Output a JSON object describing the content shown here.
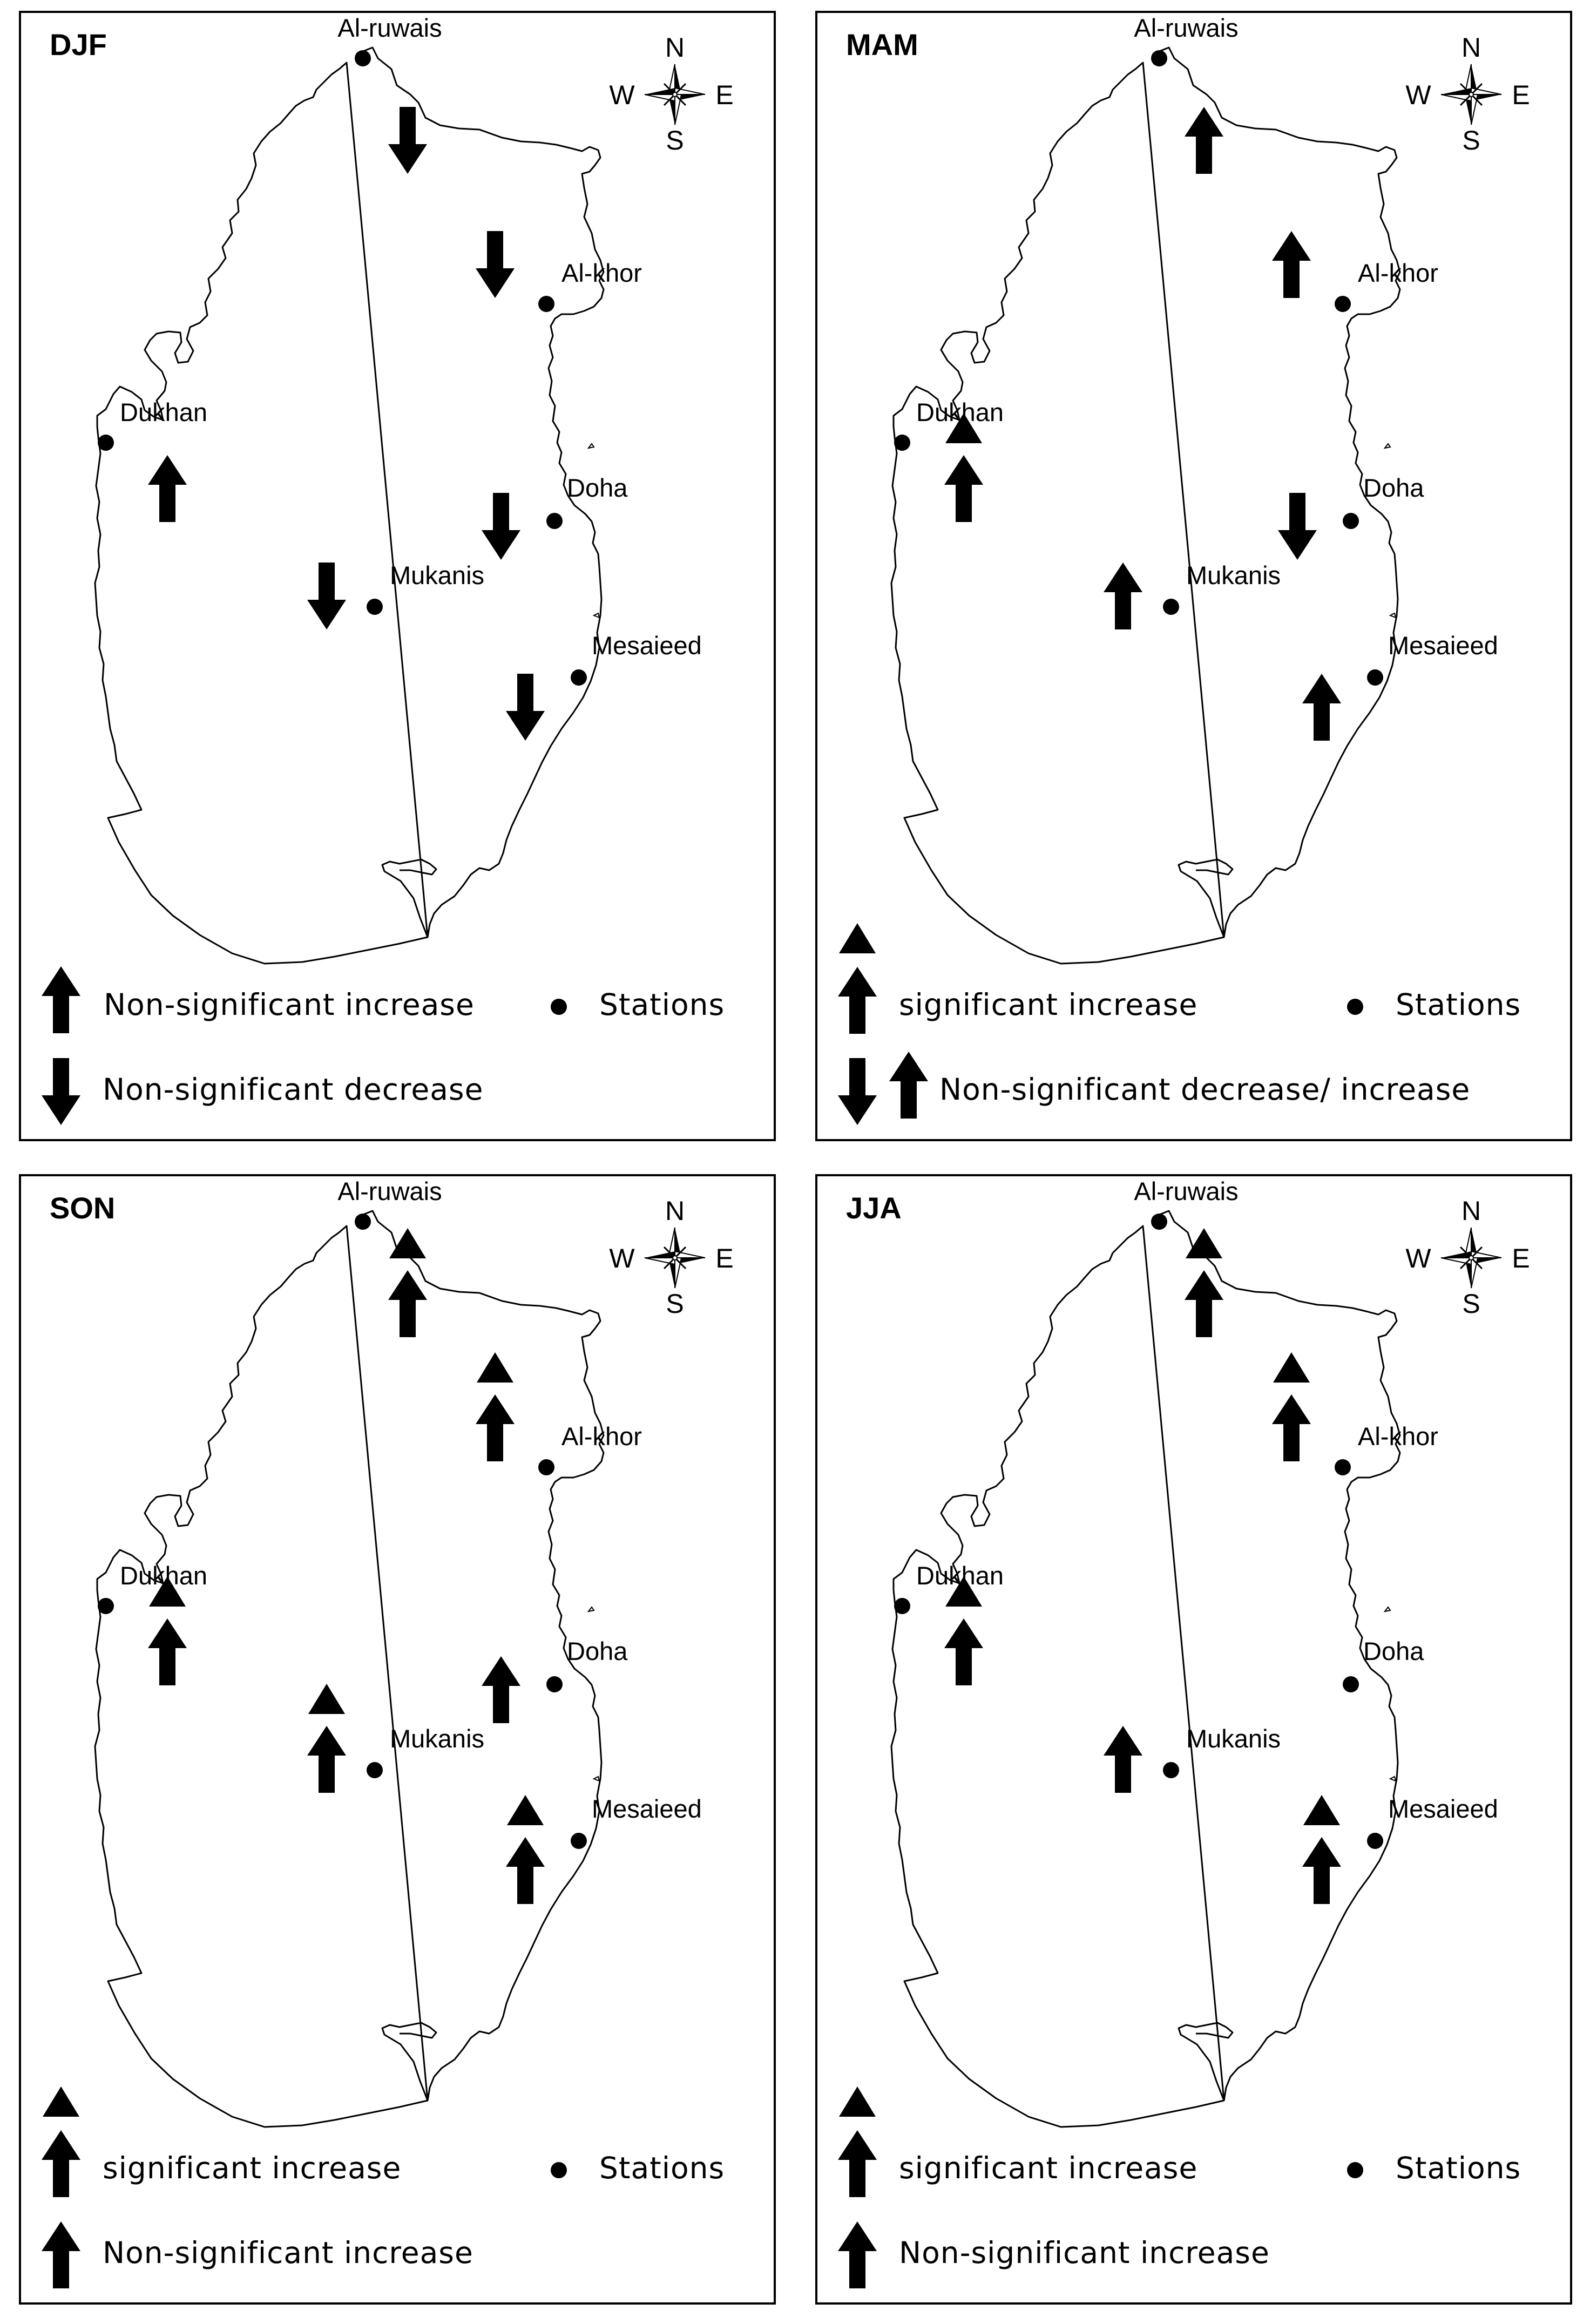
{
  "panels": [
    {
      "id": "djf",
      "title": "DJF",
      "stations": [
        {
          "name": "Al-ruwais",
          "trend": "decrease",
          "significant": false
        },
        {
          "name": "Al-khor",
          "trend": "decrease",
          "significant": false
        },
        {
          "name": "Dukhan",
          "trend": "increase",
          "significant": false
        },
        {
          "name": "Doha",
          "trend": "decrease",
          "significant": false
        },
        {
          "name": "Mukanis",
          "trend": "decrease",
          "significant": false
        },
        {
          "name": "Mesaieed",
          "trend": "decrease",
          "significant": false
        }
      ],
      "legend": {
        "row1": {
          "symbol": "nonsig-increase",
          "label": "Non-significant  increase"
        },
        "row2": {
          "symbol": "nonsig-decrease",
          "label": "Non-significant  decrease"
        },
        "stations_label": "Stations"
      }
    },
    {
      "id": "mam",
      "title": "MAM",
      "stations": [
        {
          "name": "Al-ruwais",
          "trend": "increase",
          "significant": false
        },
        {
          "name": "Al-khor",
          "trend": "increase",
          "significant": false
        },
        {
          "name": "Dukhan",
          "trend": "increase",
          "significant": true
        },
        {
          "name": "Doha",
          "trend": "decrease",
          "significant": false
        },
        {
          "name": "Mukanis",
          "trend": "increase",
          "significant": false
        },
        {
          "name": "Mesaieed",
          "trend": "increase",
          "significant": false
        }
      ],
      "legend": {
        "row1": {
          "symbol": "sig-increase",
          "label": "significant  increase"
        },
        "row2": {
          "symbol": "nonsig-decrease-increase",
          "label": "Non-significant  decrease/ increase"
        },
        "stations_label": "Stations"
      }
    },
    {
      "id": "son",
      "title": "SON",
      "stations": [
        {
          "name": "Al-ruwais",
          "trend": "increase",
          "significant": true
        },
        {
          "name": "Al-khor",
          "trend": "increase",
          "significant": true
        },
        {
          "name": "Dukhan",
          "trend": "increase",
          "significant": true
        },
        {
          "name": "Doha",
          "trend": "increase",
          "significant": false
        },
        {
          "name": "Mukanis",
          "trend": "increase",
          "significant": true
        },
        {
          "name": "Mesaieed",
          "trend": "increase",
          "significant": true
        }
      ],
      "legend": {
        "row1": {
          "symbol": "sig-increase",
          "label": "significant  increase"
        },
        "row2": {
          "symbol": "nonsig-increase",
          "label": "Non-significant  increase"
        },
        "stations_label": "Stations"
      }
    },
    {
      "id": "jja",
      "title": "JJA",
      "stations": [
        {
          "name": "Al-ruwais",
          "trend": "increase",
          "significant": true
        },
        {
          "name": "Al-khor",
          "trend": "increase",
          "significant": true
        },
        {
          "name": "Dukhan",
          "trend": "increase",
          "significant": true
        },
        {
          "name": "Doha",
          "trend": "none",
          "significant": false
        },
        {
          "name": "Mukanis",
          "trend": "increase",
          "significant": false
        },
        {
          "name": "Mesaieed",
          "trend": "increase",
          "significant": true
        }
      ],
      "legend": {
        "row1": {
          "symbol": "sig-increase",
          "label": "significant  increase"
        },
        "row2": {
          "symbol": "nonsig-increase",
          "label": "Non-significant  increase"
        },
        "stations_label": "Stations"
      }
    }
  ],
  "compass": {
    "n": "N",
    "s": "S",
    "e": "E",
    "w": "W"
  },
  "colors": {
    "line": "#000000",
    "fill": "#000000",
    "background": "#ffffff"
  }
}
